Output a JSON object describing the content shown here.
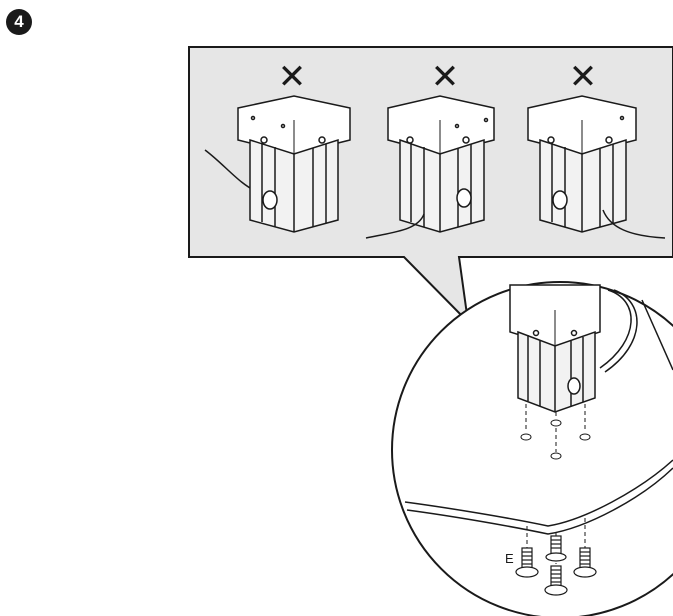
{
  "step": {
    "number": "4"
  },
  "callout": {
    "wrong_marks": [
      "✕",
      "✕",
      "✕"
    ]
  },
  "parts": {
    "screw_label": "E"
  },
  "colors": {
    "ink": "#1a1a1a",
    "panel_fill": "#e6e6e6",
    "paper": "#ffffff"
  },
  "icons": [
    "step-number-badge",
    "wrong-x-icon",
    "screw-icon",
    "table-leg",
    "cable"
  ]
}
